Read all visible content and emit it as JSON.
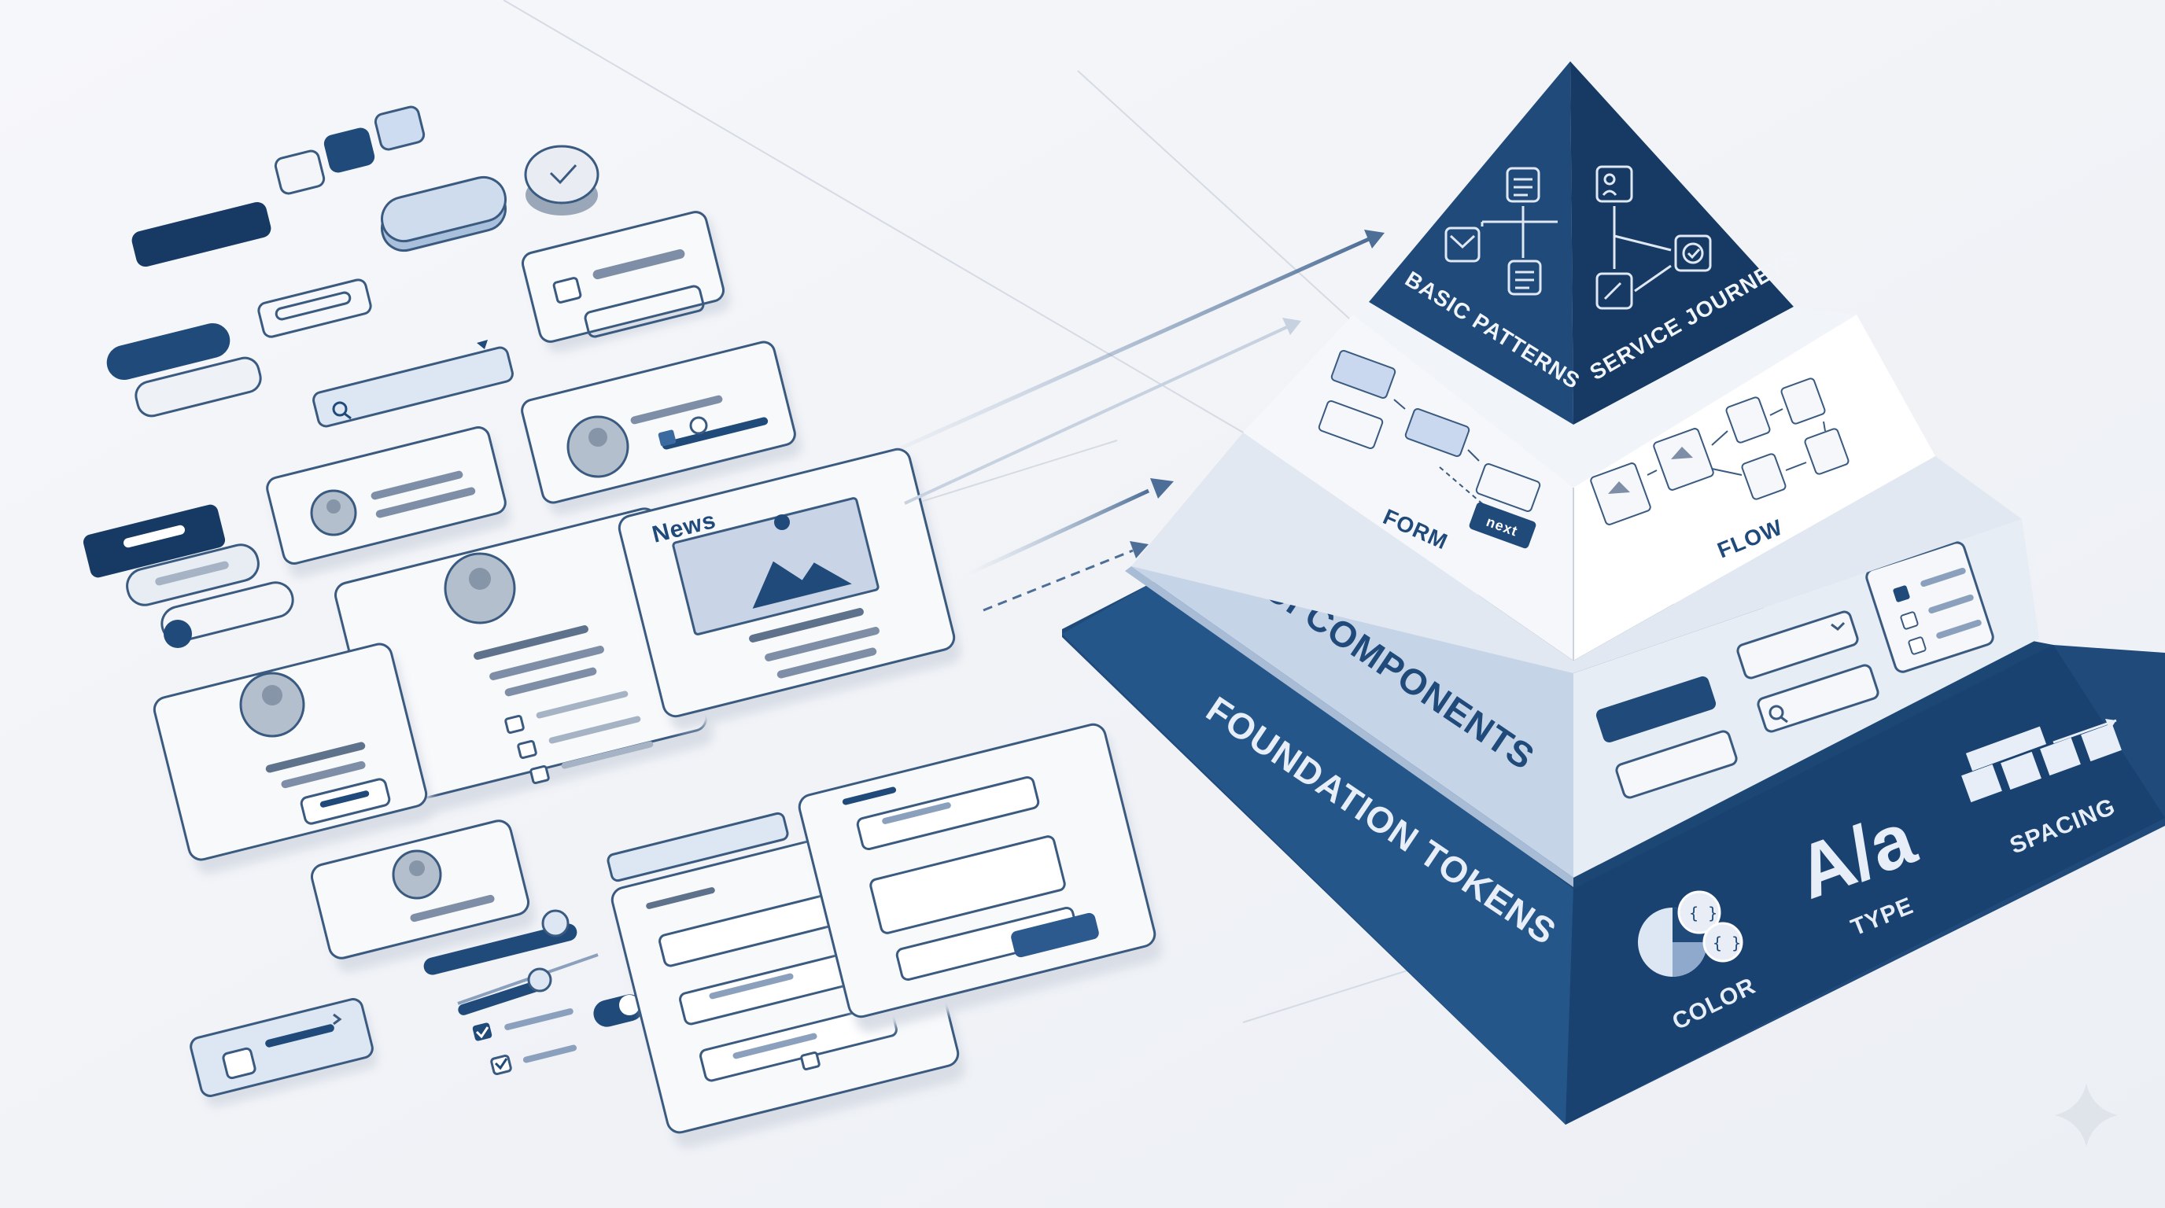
{
  "pyramid": {
    "tiers": {
      "top": {
        "labels": [
          "BASIC PATTERNS",
          "SERVICE JOURNEYS"
        ]
      },
      "second": {
        "labels": [
          "FORM",
          "FLOW"
        ],
        "button_label": "next"
      },
      "third": {
        "label": "UI COMPONENTS"
      },
      "base": {
        "label": "FOUNDATION TOKENS",
        "token_labels": [
          "COLOR",
          "TYPE",
          "SPACING"
        ],
        "type_glyph": "A/a"
      }
    }
  },
  "scattered": {
    "news_card_title": "News"
  },
  "colors": {
    "navy": "#1f4a7a",
    "navy_dark": "#163a63",
    "navy_side": "#24568a",
    "pale_blue": "#dbe6f4",
    "tier3": "#d6e1ef",
    "tier2": "#f4f6fa",
    "outline": "#3a5a80",
    "background": "#f1f3f7"
  }
}
